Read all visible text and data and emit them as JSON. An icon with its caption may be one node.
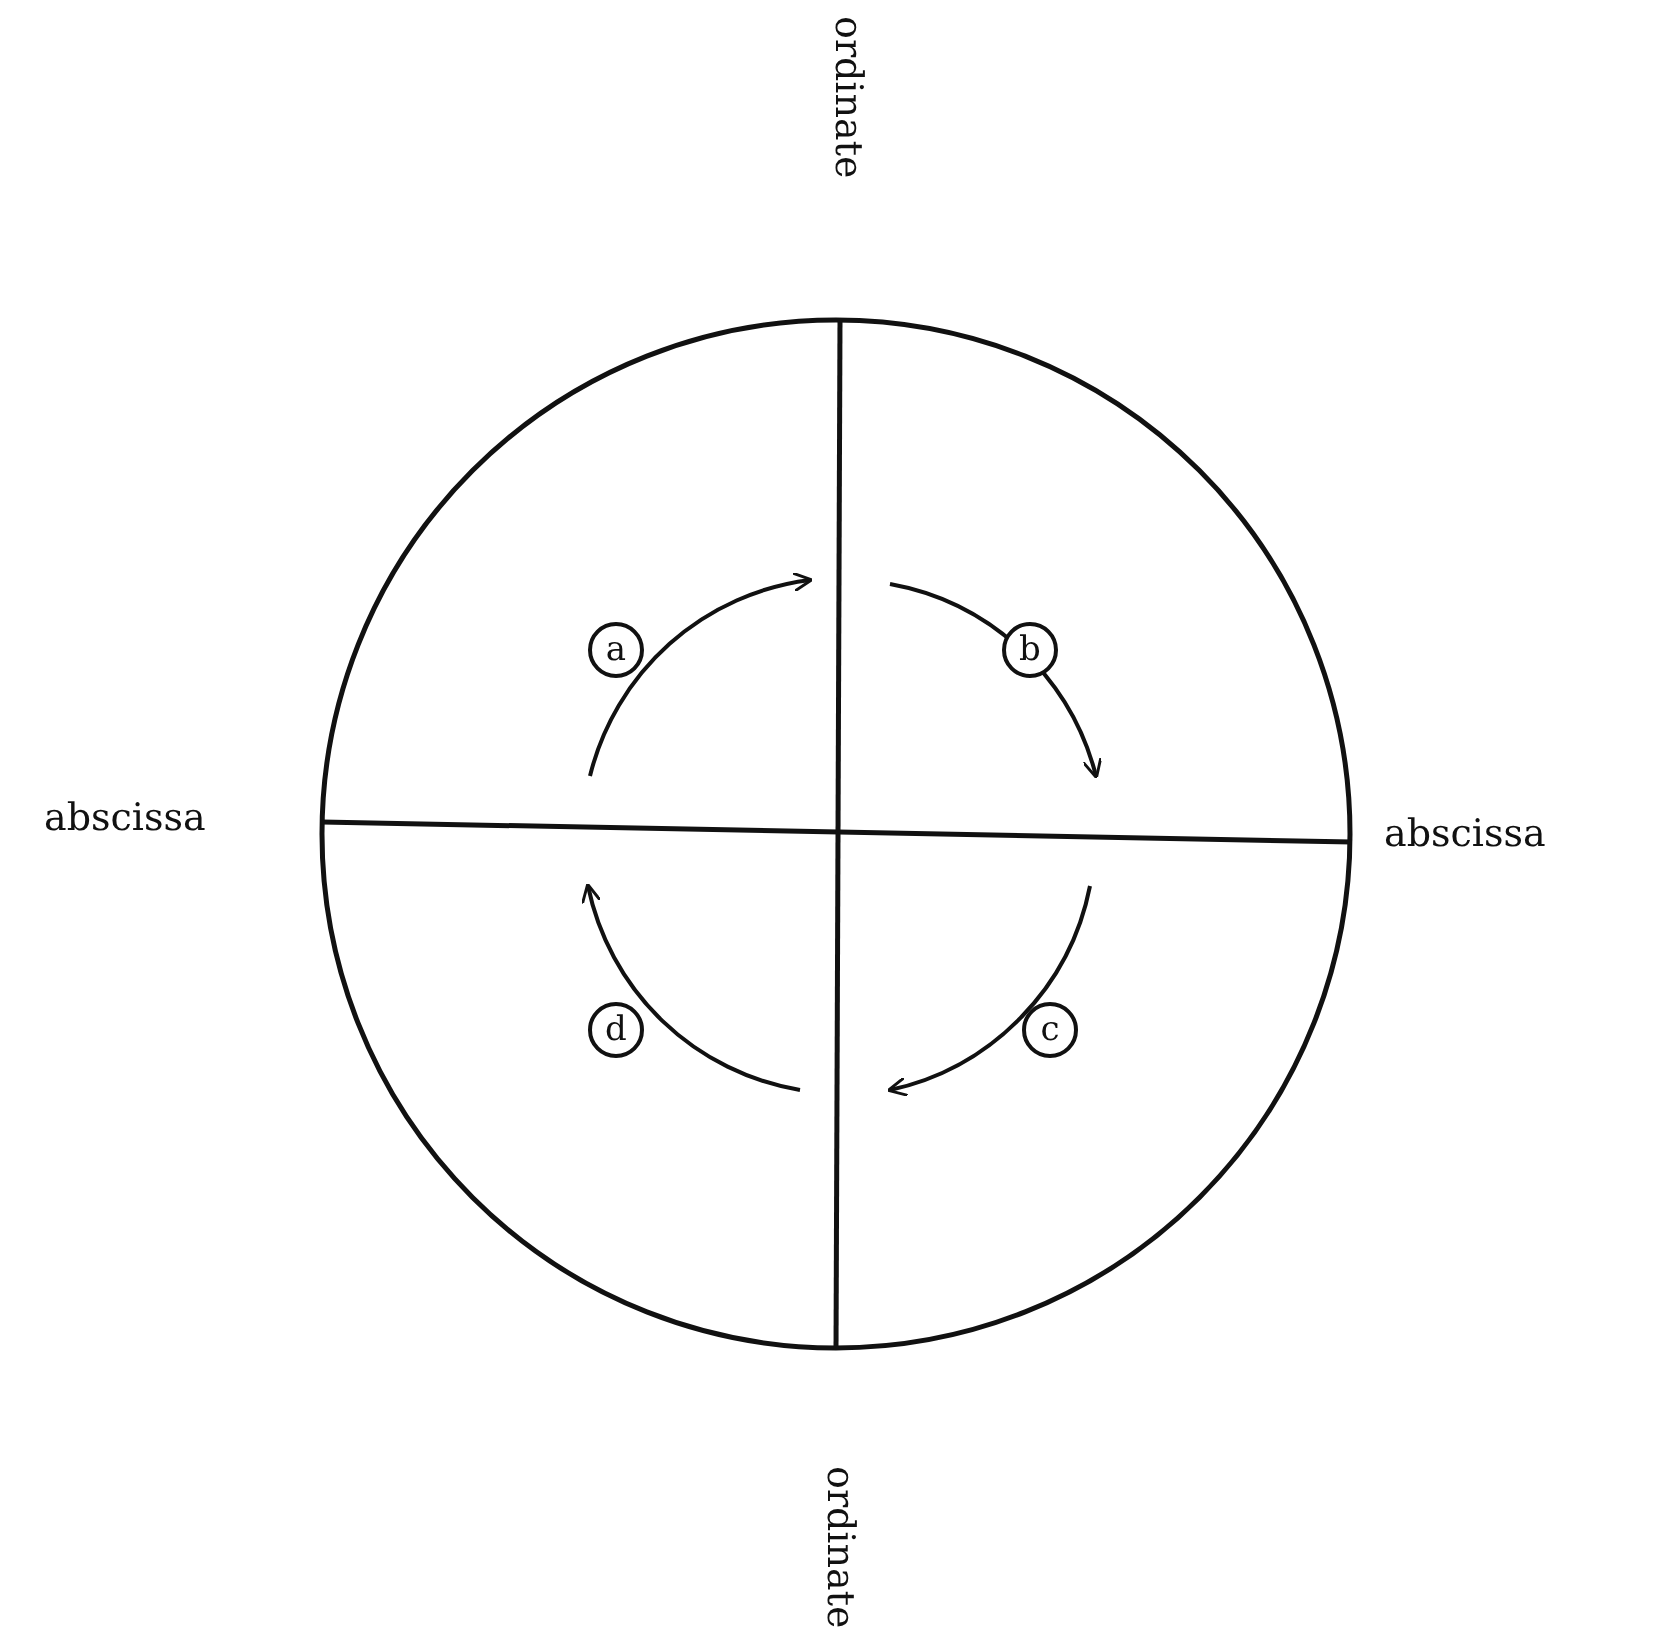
{
  "diagram": {
    "nodes": [
      {
        "text": [
          "a"
        ]
      },
      {
        "text": [
          "b"
        ]
      },
      {
        "text": [
          "d"
        ]
      },
      {
        "text": [
          "c"
        ]
      }
    ],
    "labels": [
      "ordinate",
      "abscissa",
      "abscissa",
      "ordinate"
    ]
  }
}
